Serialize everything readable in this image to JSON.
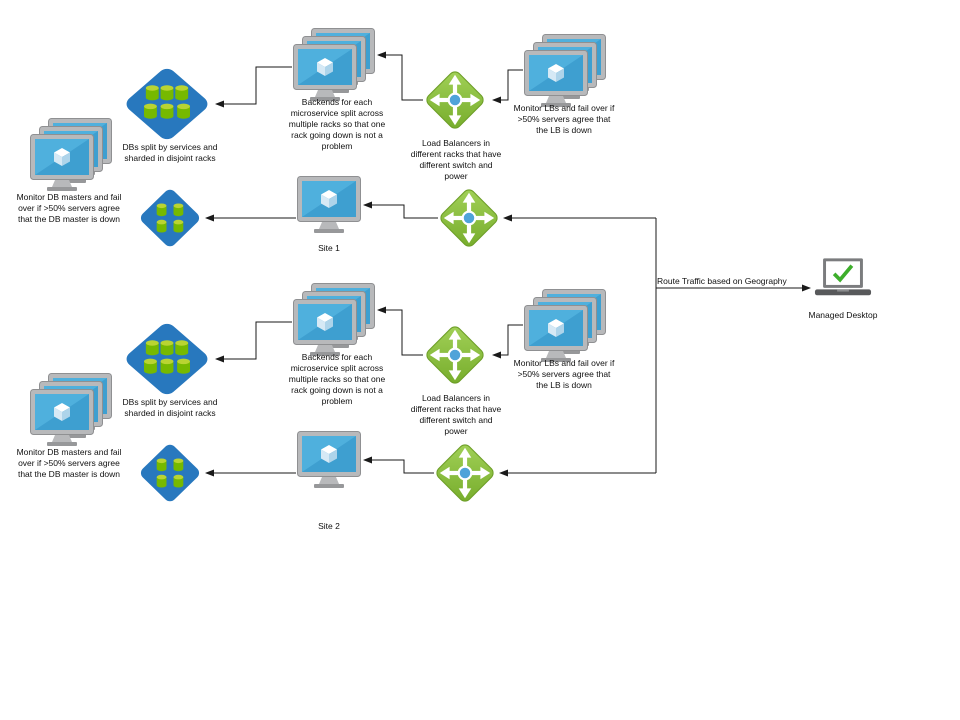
{
  "sites": [
    {
      "site_label": "Site 1",
      "monitor_db_text": "Monitor DB masters and fail over if >50% servers agree that the DB master is down",
      "dbs_text": "DBs split by services and sharded in disjoint racks",
      "backends_text": "Backends for each microservice split across multiple racks so that one rack going down is not a problem",
      "lb_text": "Load Balancers in different racks that have different switch and power",
      "monitor_lb_text": "Monitor LBs and fail over if >50% servers agree that the LB is down"
    },
    {
      "site_label": "Site 2",
      "monitor_db_text": "Monitor DB masters and fail over if >50% servers agree that the DB master is down",
      "dbs_text": "DBs split by services and sharded in disjoint racks",
      "backends_text": "Backends for each microservice split across multiple racks so that one rack going down is not a problem",
      "lb_text": "Load Balancers in different racks that have different switch and power",
      "monitor_lb_text": "Monitor LBs and fail over if >50% servers agree that the LB is down"
    }
  ],
  "routing": {
    "route_label": "Route Traffic based on Geography",
    "desktop_label": "Managed Desktop"
  },
  "icons": {
    "monitor_stack": "server-monitor-stack-icon",
    "monitor": "server-monitor-icon",
    "database_diamond": "database-cluster-diamond-icon",
    "load_balancer": "load-balancer-diamond-icon",
    "managed_desktop": "laptop-check-icon"
  },
  "colors": {
    "screen_blue": "#4fb0dd",
    "diamond_blue": "#2878be",
    "cylinder_green": "#76b900",
    "lb_green": "#8bc53f",
    "check_green": "#3dae2b",
    "frame_gray": "#b8b9bb",
    "connector": "#1a1a1a"
  }
}
